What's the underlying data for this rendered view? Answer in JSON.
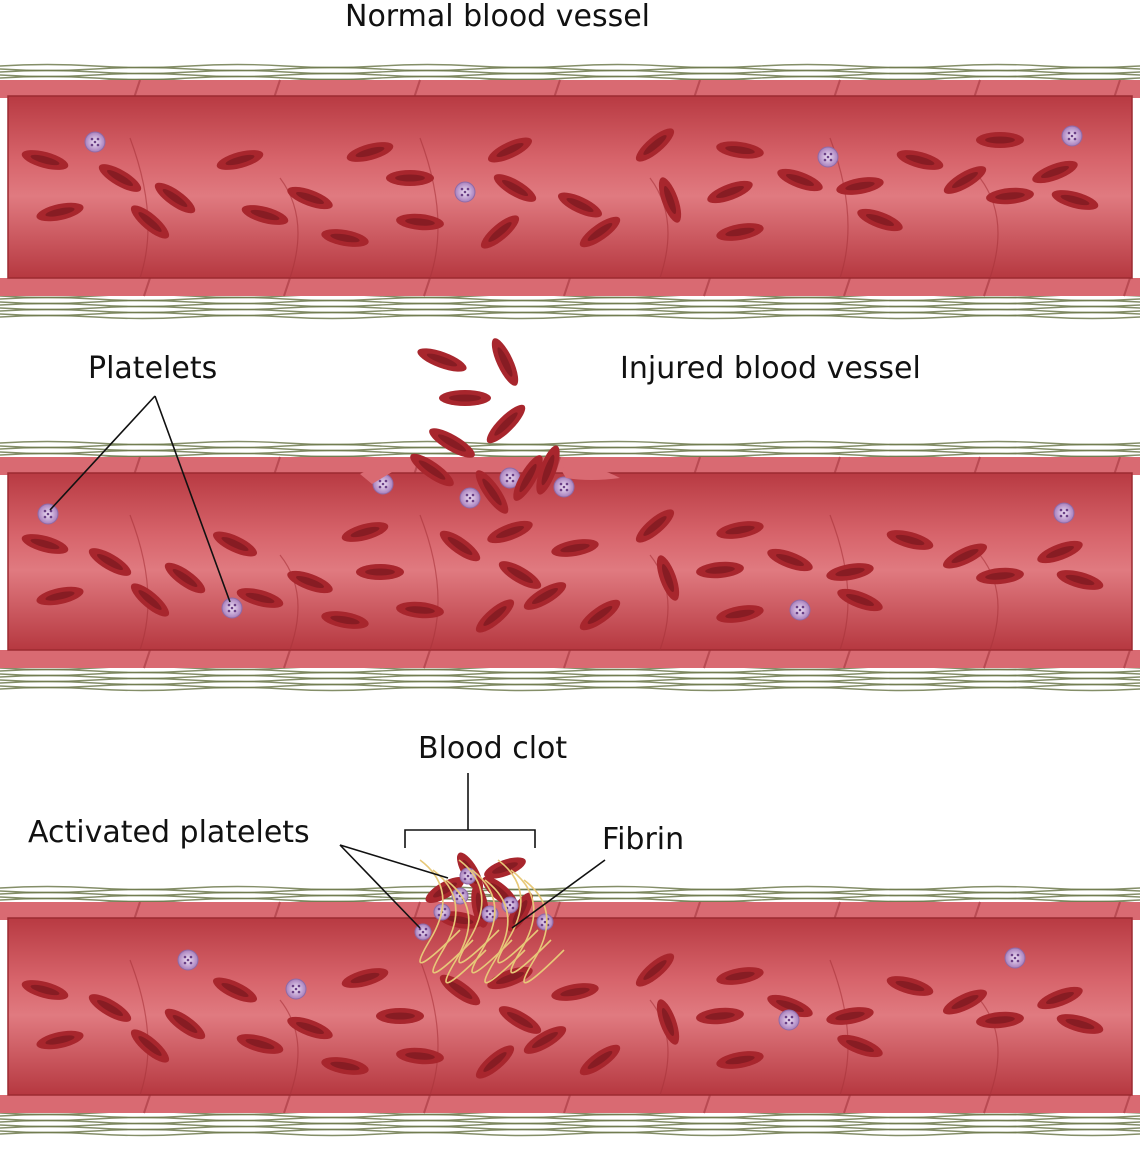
{
  "labels": {
    "normal": "Normal blood vessel",
    "injured": "Injured blood vessel",
    "platelets": "Platelets",
    "clot": "Blood clot",
    "activated": "Activated platelets",
    "fibrin": "Fibrin"
  },
  "colors": {
    "lumen": "#c8474f",
    "lumen_light": "#e47f86",
    "vessel_wall": "#d96a72",
    "red_cell": "#a8262d",
    "red_cell_center": "#7e1a20",
    "platelet": "#c8a6d6",
    "fibers": "#6f7a4e",
    "fibrin": "#e7c878"
  }
}
